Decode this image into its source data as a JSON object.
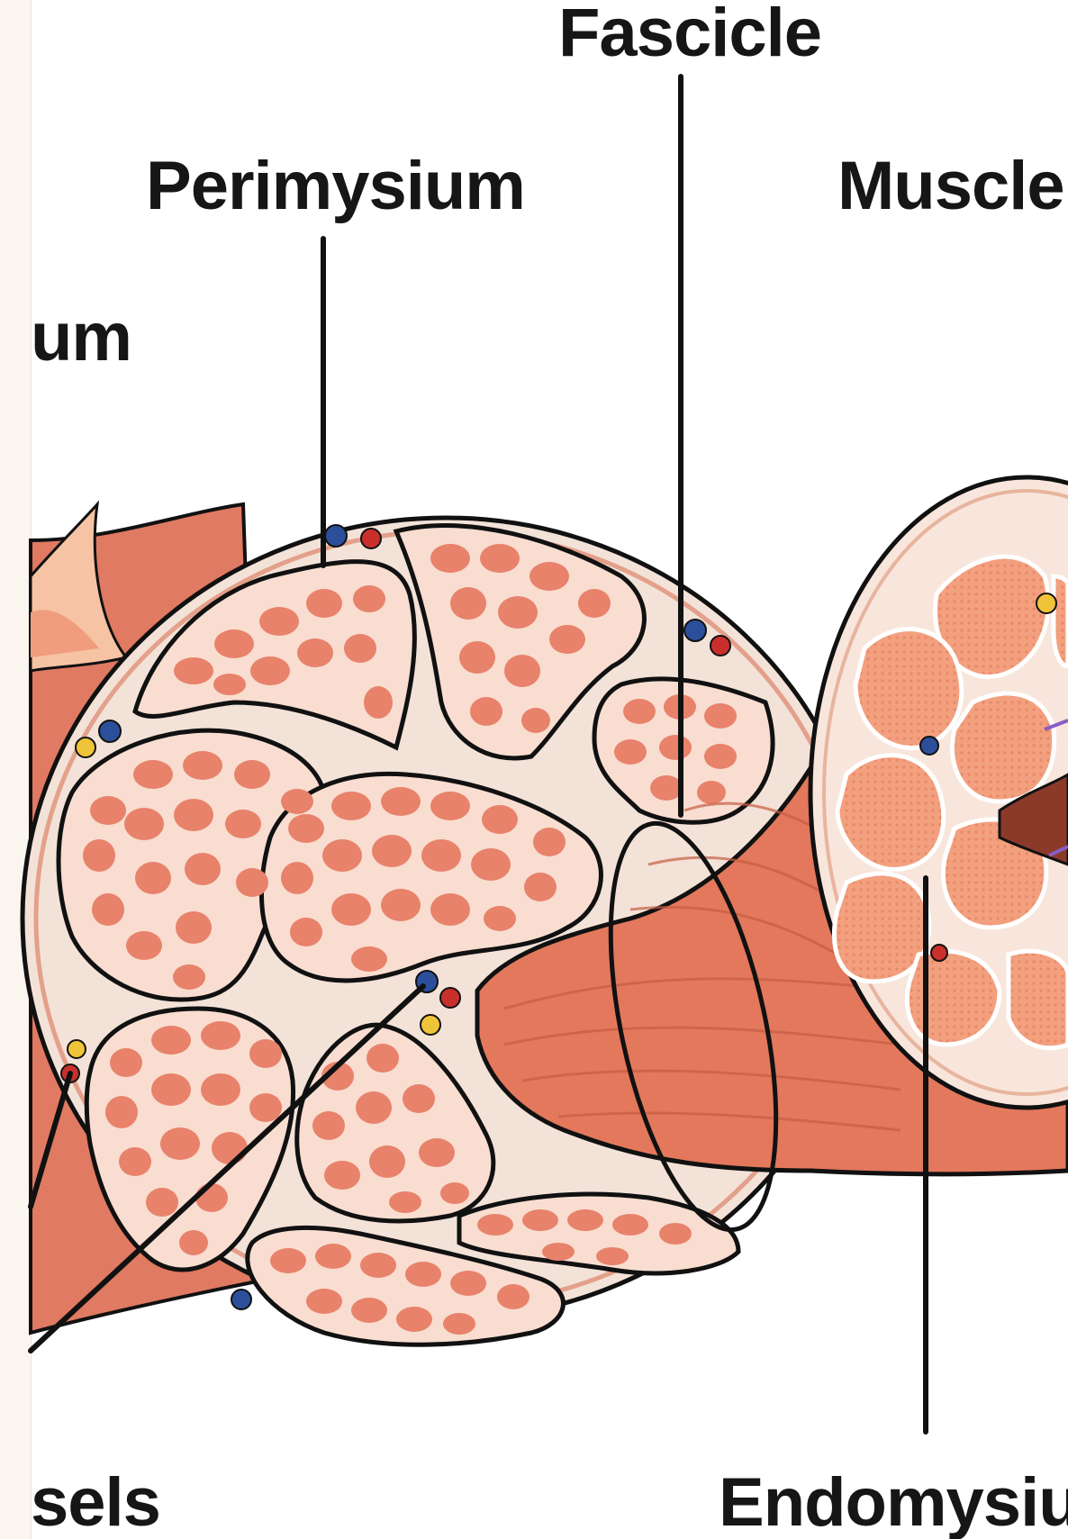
{
  "labels": {
    "fascicle": "Fascicle",
    "perimysium": "Perimysium",
    "muscle_fiber_partial": "Muscle",
    "epimysium_partial": "um",
    "vessels_partial": "sels",
    "endomysium_partial": "Endomysiur"
  },
  "colors": {
    "muscle_fill": "#e8826b",
    "muscle_dark": "#d9694f",
    "fascicle_bg": "#f8ddd0",
    "connective": "#f3e2d8",
    "endomysium_fill": "#f2a481",
    "artery": "#c9302c",
    "vein": "#2b4f9a",
    "nerve": "#f0c43a",
    "outline": "#111111"
  }
}
